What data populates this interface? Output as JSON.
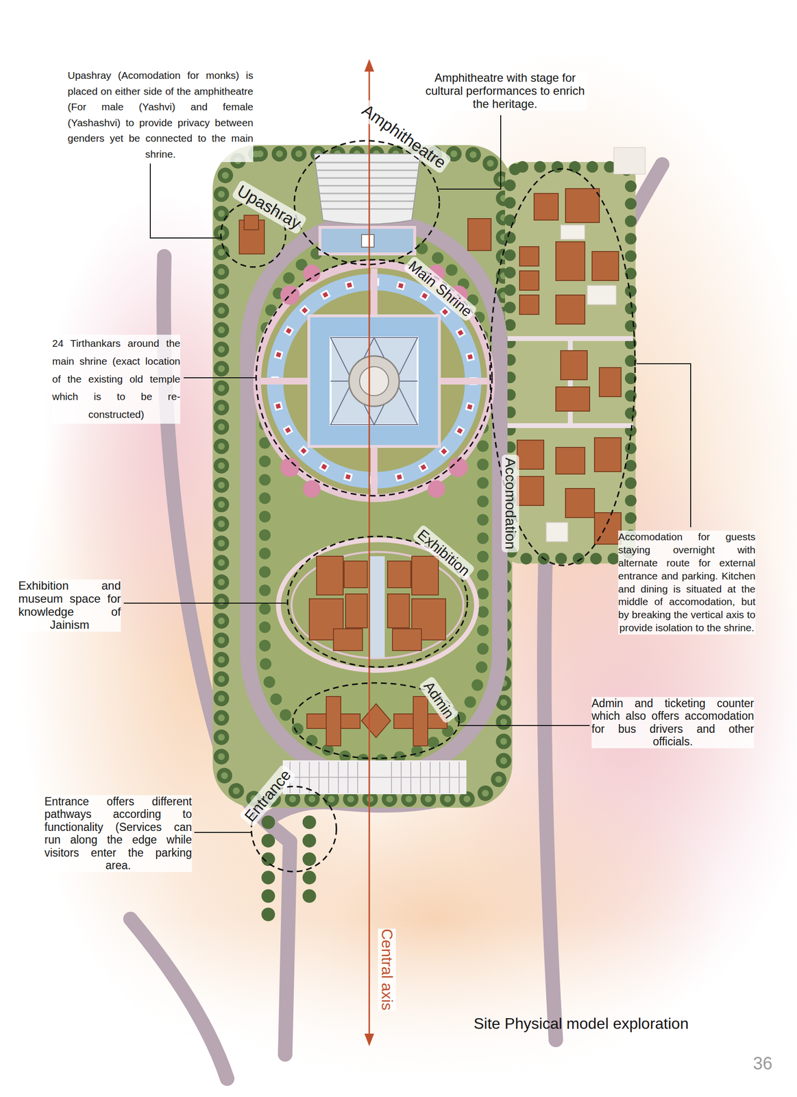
{
  "diagram": {
    "caption": "Site Physical model exploration",
    "nodes": [
      {
        "text": [
          "Amphitheatre"
        ]
      },
      {
        "text": [
          "Upashray"
        ]
      },
      {
        "text": [
          "Main Shrine"
        ]
      },
      {
        "text": [
          "Accomodation"
        ]
      },
      {
        "text": [
          "Exhibition"
        ]
      },
      {
        "text": [
          "Admin"
        ]
      },
      {
        "text": [
          "Entrance"
        ]
      }
    ],
    "labels": [
      "Upashray (Acomodation for monks) is placed on either side of the amphitheatre (For male (Yashvi) and female (Yashashvi) to provide privacy between genders yet be connected to the main shrine.",
      "Amphitheatre with stage for cultural performances to enrich the heritage.",
      "24 Tirthankars around the main shrine (exact location of the existing old temple which is to be re-constructed)",
      "Accomodation for guests staying overnight with alternate route for external entrance and parking. Kitchen and dining is situated at the middle of accomodation, but by breaking the vertical axis to provide isolation to the shrine.",
      "Exhibition and museum space for knowledge of Jainism",
      "Admin and ticketing counter which also offers accomodation for bus drivers and other officials.",
      "Entrance offers different pathways according to functionality (Services can run along the edge while visitors enter the parking area.",
      "Central axis",
      "36"
    ]
  }
}
